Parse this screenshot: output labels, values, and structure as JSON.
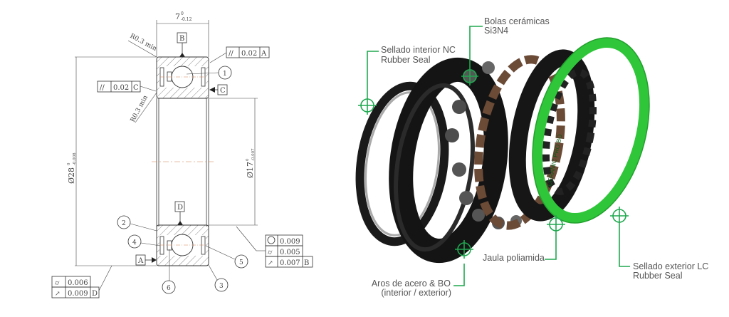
{
  "drawing": {
    "width_dim": "7",
    "width_tol_upper": "0",
    "width_tol_lower": "-0.12",
    "outer_dia": "Ø28",
    "outer_tol_upper": "0",
    "outer_tol_lower": "-0.008",
    "inner_dia": "Ø17",
    "inner_tol_upper": "0",
    "inner_tol_lower": "-0.007",
    "radius_top": "R0.3 min",
    "radius_bottom": "R0.3 min",
    "datums": [
      "A",
      "B",
      "C",
      "D"
    ],
    "fcf_top_right": {
      "symbol": "//",
      "value": "0.02",
      "datum": "A"
    },
    "fcf_left": {
      "symbol": "//",
      "value": "0.02",
      "datum": "C"
    },
    "fcf_bottom_left": [
      {
        "value": "0.006"
      },
      {
        "value": "0.009",
        "datum": "D"
      }
    ],
    "fcf_bottom_right": [
      {
        "value": "0.009"
      },
      {
        "value": "0.005"
      },
      {
        "value": "0.007",
        "datum": "B"
      }
    ],
    "balloons": [
      "1",
      "2",
      "3",
      "4",
      "5",
      "6"
    ]
  },
  "callouts": {
    "balls_1": "Bolas cerámicas",
    "balls_2": "Si3N4",
    "inner_seal_1": "Sellado interior NC",
    "inner_seal_2": "Rubber Seal",
    "rings_1": "Aros de acero & BO",
    "rings_2": "(interior / exterior)",
    "cage": "Jaula poliamida",
    "outer_seal_1": "Sellado exterior LC",
    "outer_seal_2": "Rubber Seal",
    "seal_print": "CERAMIC PRO BO"
  },
  "colors": {
    "accent": "#1fa84f",
    "seal_green": "#2fc63a",
    "cage": "#6b4a36"
  }
}
